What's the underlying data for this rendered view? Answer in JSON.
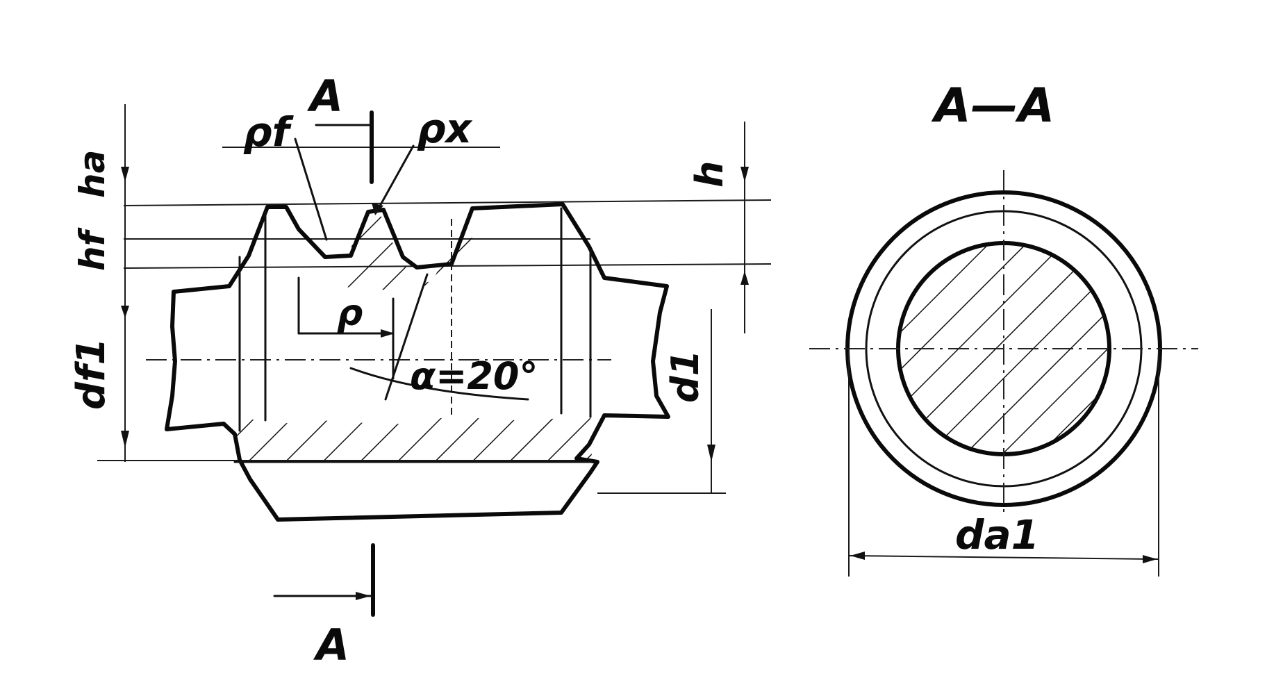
{
  "labels": {
    "section_mark_top": "A",
    "section_mark_bottom": "A",
    "section_title": "A—A",
    "rho_f": "ρf",
    "rho_x": "ρx",
    "ha": "ha",
    "hf": "hf",
    "h": "h",
    "df1": "df1",
    "d1": "d1",
    "rho": "ρ",
    "alpha": "α=20°",
    "da1": "da1"
  }
}
